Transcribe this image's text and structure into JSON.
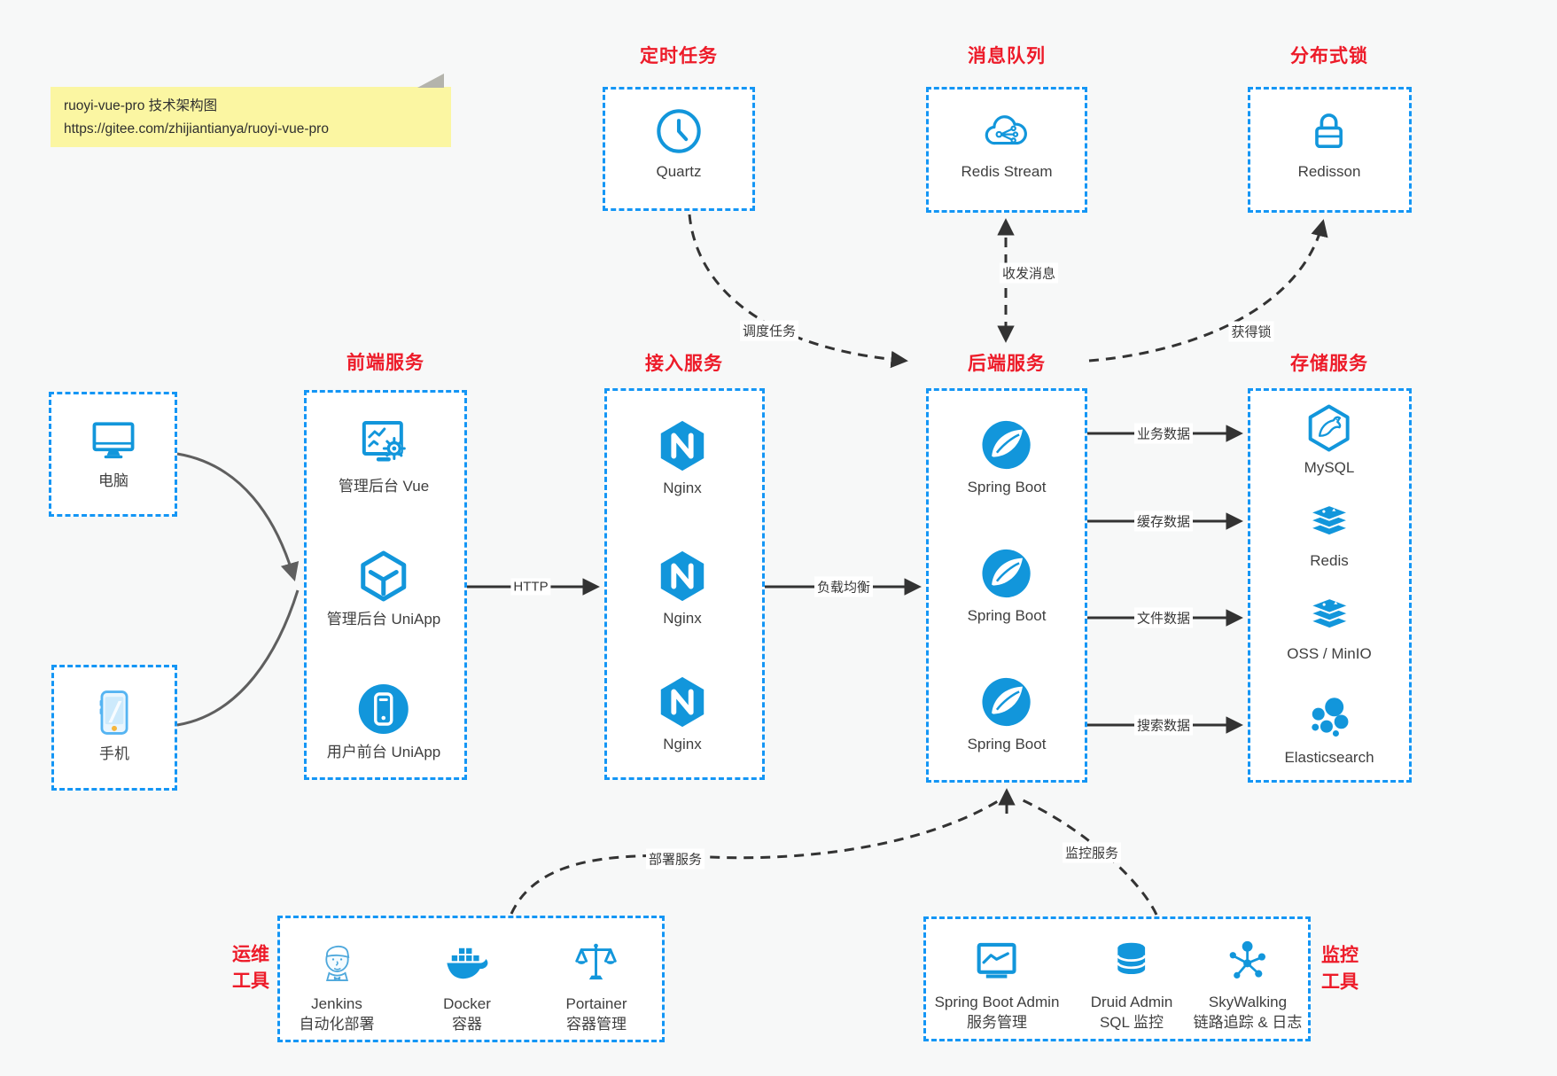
{
  "note": {
    "title": "ruoyi-vue-pro 技术架构图",
    "url": "https://gitee.com/zhijiantianya/ruoyi-vue-pro"
  },
  "colors": {
    "box_border_blue": "#1496f5",
    "icon_blue": "#1296db",
    "title_red": "#ed1b29",
    "arrow_black": "#333333",
    "arrow_gray": "#5f5f5f",
    "note_yellow": "#fbf6a2",
    "background": "#f7f8f8"
  },
  "groups": {
    "scheduler": {
      "title": "定时任务",
      "items": [
        {
          "label": "Quartz",
          "icon": "clock-icon"
        }
      ]
    },
    "mq": {
      "title": "消息队列",
      "items": [
        {
          "label": "Redis Stream",
          "icon": "cloud-share-icon"
        }
      ]
    },
    "lock": {
      "title": "分布式锁",
      "items": [
        {
          "label": "Redisson",
          "icon": "lock-icon"
        }
      ]
    },
    "clients": {
      "items": [
        {
          "label": "电脑",
          "icon": "desktop-icon"
        },
        {
          "label": "手机",
          "icon": "smartphone-icon"
        }
      ]
    },
    "frontend": {
      "title": "前端服务",
      "items": [
        {
          "label": "管理后台 Vue",
          "icon": "admin-monitor-gear-icon"
        },
        {
          "label": "管理后台 UniApp",
          "icon": "cube-icon"
        },
        {
          "label": "用户前台 UniApp",
          "icon": "mobile-app-icon"
        }
      ]
    },
    "access": {
      "title": "接入服务",
      "items": [
        {
          "label": "Nginx",
          "icon": "nginx-icon"
        },
        {
          "label": "Nginx",
          "icon": "nginx-icon"
        },
        {
          "label": "Nginx",
          "icon": "nginx-icon"
        }
      ]
    },
    "backend": {
      "title": "后端服务",
      "items": [
        {
          "label": "Spring Boot",
          "icon": "spring-icon"
        },
        {
          "label": "Spring Boot",
          "icon": "spring-icon"
        },
        {
          "label": "Spring Boot",
          "icon": "spring-icon"
        }
      ]
    },
    "storage": {
      "title": "存储服务",
      "items": [
        {
          "label": "MySQL",
          "icon": "mysql-icon"
        },
        {
          "label": "Redis",
          "icon": "redis-stack-icon"
        },
        {
          "label": "OSS / MinIO",
          "icon": "redis-stack-icon"
        },
        {
          "label": "Elasticsearch",
          "icon": "elasticsearch-icon"
        }
      ]
    },
    "ops": {
      "title_line1": "运维",
      "title_line2": "工具",
      "items": [
        {
          "label": "Jenkins",
          "sublabel": "自动化部署",
          "icon": "jenkins-icon"
        },
        {
          "label": "Docker",
          "sublabel": "容器",
          "icon": "docker-whale-icon"
        },
        {
          "label": "Portainer",
          "sublabel": "容器管理",
          "icon": "scales-icon"
        }
      ]
    },
    "monitoring": {
      "title_line1": "监控",
      "title_line2": "工具",
      "items": [
        {
          "label": "Spring Boot Admin",
          "sublabel": "服务管理",
          "icon": "monitor-chart-icon"
        },
        {
          "label": "Druid Admin",
          "sublabel": "SQL 监控",
          "icon": "database-icon"
        },
        {
          "label": "SkyWalking",
          "sublabel": "链路追踪 & 日志",
          "icon": "network-icon"
        }
      ]
    }
  },
  "edges": {
    "http": "HTTP",
    "load_balance": "负载均衡",
    "schedule_task": "调度任务",
    "send_receive_message": "收发消息",
    "acquire_lock": "获得锁",
    "business_data": "业务数据",
    "cache_data": "缓存数据",
    "file_data": "文件数据",
    "search_data": "搜索数据",
    "deploy_service": "部署服务",
    "monitor_service": "监控服务"
  }
}
